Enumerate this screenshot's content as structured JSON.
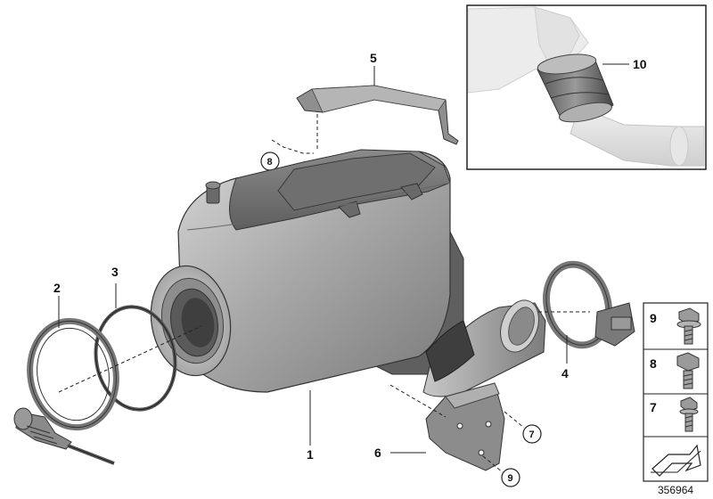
{
  "diagram_id": "356964",
  "callouts": {
    "c1": "1",
    "c2": "2",
    "c3": "3",
    "c4": "4",
    "c5": "5",
    "c6": "6",
    "c7": "7",
    "c8": "8",
    "c9": "9",
    "c10": "10"
  },
  "side_panel": {
    "items": [
      {
        "number": "9"
      },
      {
        "number": "8"
      },
      {
        "number": "7"
      }
    ]
  }
}
